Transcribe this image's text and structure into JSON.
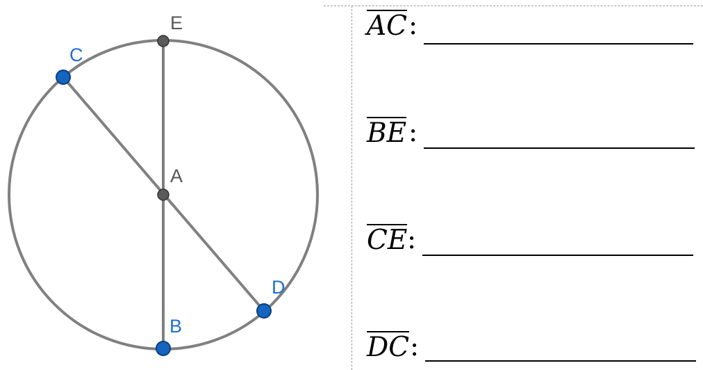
{
  "points": {
    "E": "E",
    "C": "C",
    "A": "A",
    "D": "D",
    "B": "B"
  },
  "colors": {
    "circle": "#808080",
    "segment": "#808080",
    "point_gray": "#5a5a5a",
    "point_blue": "#1565c0",
    "label_gray": "#555555",
    "label_blue": "#1f6fd0"
  },
  "items": [
    {
      "label": "AC",
      "colon": ":"
    },
    {
      "label": "BE",
      "colon": ":"
    },
    {
      "label": "CE",
      "colon": ":"
    },
    {
      "label": "DC",
      "colon": ":"
    }
  ]
}
